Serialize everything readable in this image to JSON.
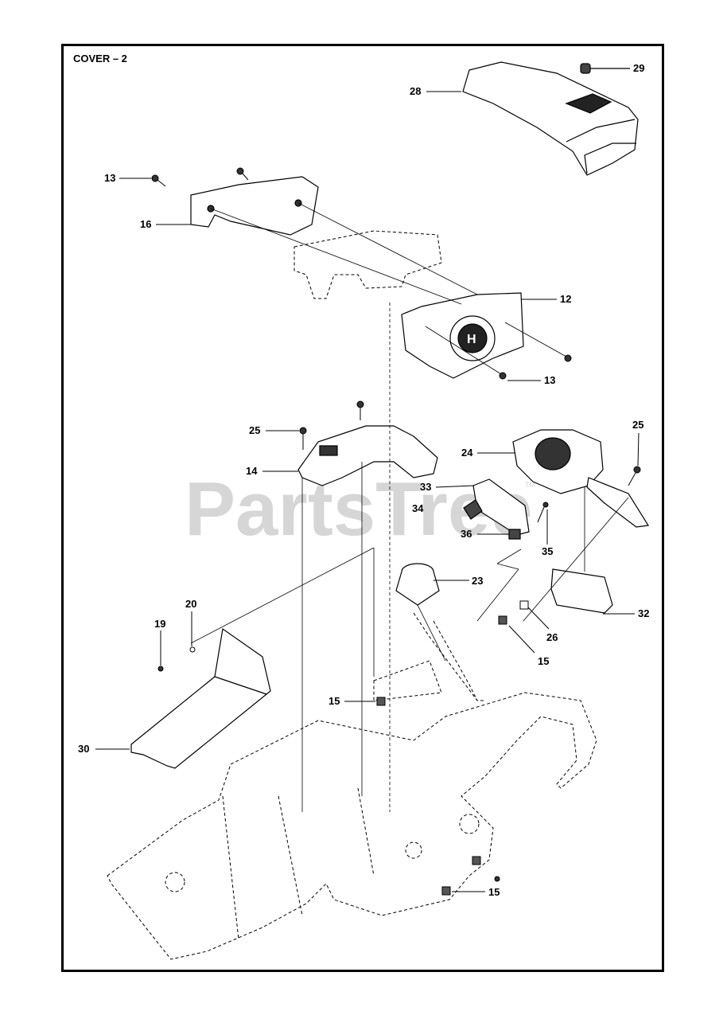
{
  "title": "COVER – 2",
  "watermark": "PartsTree",
  "watermark_tm": "TM",
  "callouts": [
    "29",
    "28",
    "13",
    "16",
    "12",
    "13",
    "25",
    "14",
    "24",
    "25",
    "33",
    "34",
    "35",
    "36",
    "23",
    "20",
    "19",
    "32",
    "26",
    "15",
    "15",
    "30",
    "15"
  ]
}
